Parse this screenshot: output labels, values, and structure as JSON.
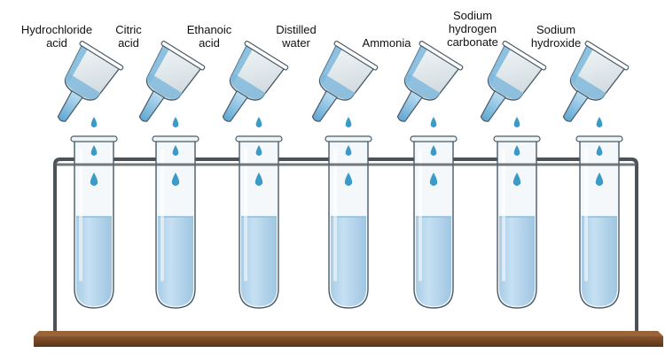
{
  "labels": [
    {
      "line1": "Hydrochloride",
      "line2": "acid",
      "line3": ""
    },
    {
      "line1": "Citric",
      "line2": "acid",
      "line3": ""
    },
    {
      "line1": "Ethanoic",
      "line2": "acid",
      "line3": ""
    },
    {
      "line1": "Distilled",
      "line2": "water",
      "line3": ""
    },
    {
      "line1": "",
      "line2": "",
      "line3": "Ammonia"
    },
    {
      "line1": "Sodium",
      "line2": "hydrogen",
      "line3": "carbonate"
    },
    {
      "line1": "Sodium",
      "line2": "hydroxide",
      "line3": ""
    }
  ],
  "colors": {
    "liquid": "#b8d8ee",
    "liquid_edge": "#8fbcdc",
    "glass": "#4a5a66",
    "drop": "#3a9ac8",
    "stand": "#4d5258",
    "base": "#7a4a26",
    "base_dark": "#4a2c14",
    "pipette_body": "#dde6ea",
    "pipette_blue": "#7cb8dc"
  }
}
